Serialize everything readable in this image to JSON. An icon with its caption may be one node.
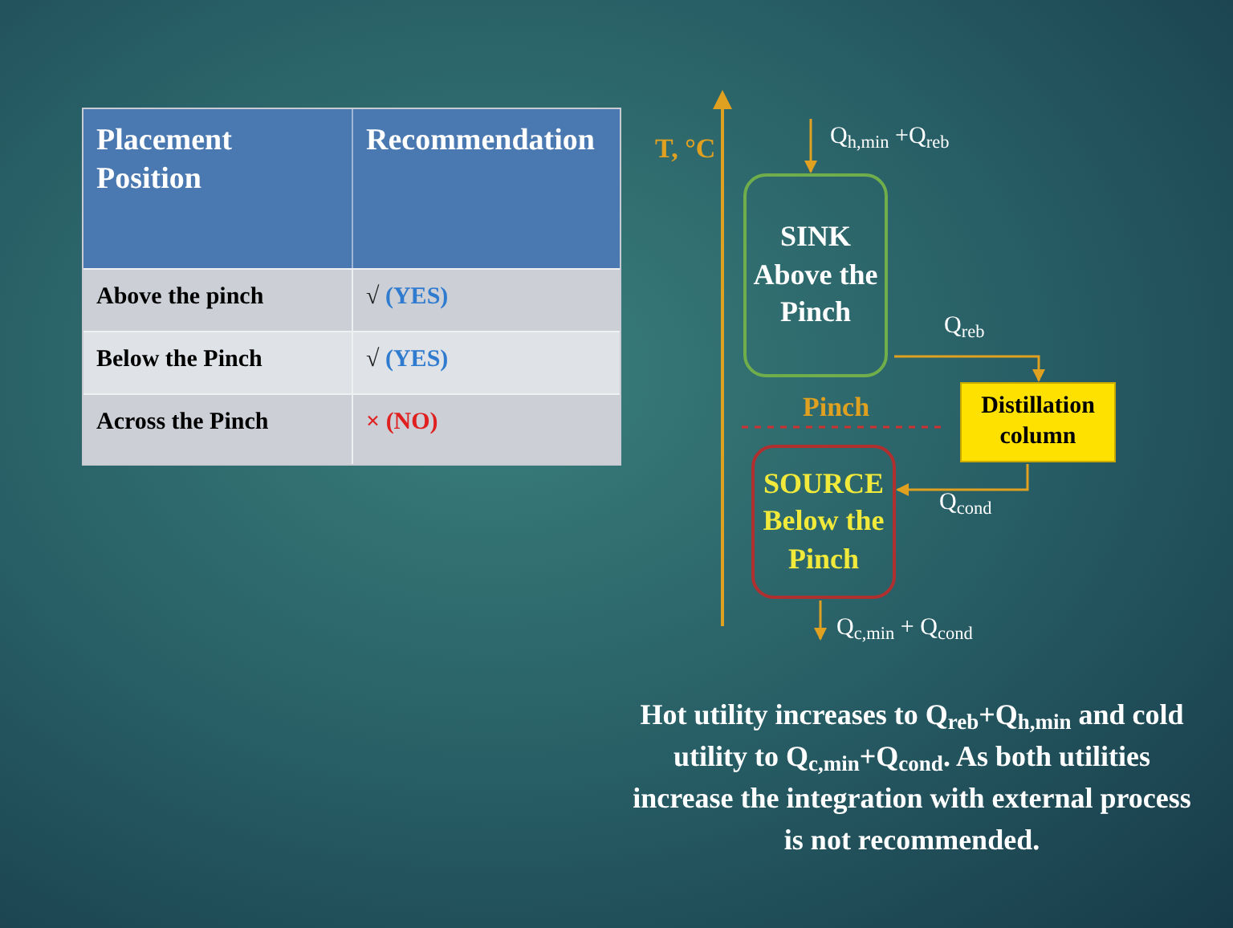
{
  "diagram": {
    "nodes": [
      {
        "text": [
          "SINK Above the Pinch"
        ]
      },
      {
        "text": [
          "Distillation column"
        ]
      },
      {
        "text": [
          "SOURCE Below the Pinch"
        ]
      }
    ],
    "edges": [
      {
        "from": null,
        "to": 0,
        "arrow": "to",
        "label": "Q$_{h,min}$ +Q$_{reb}$"
      },
      {
        "from": 0,
        "to": 1,
        "arrow": "to",
        "label": "Q$_{reb}$"
      },
      {
        "from": 1,
        "to": 2,
        "arrow": "to",
        "label": "Q$_{cond}$"
      },
      {
        "from": 2,
        "to": null,
        "arrow": "to",
        "label": "Q$_{c,min}$ + Q$_{cond}$"
      }
    ],
    "labels": [
      "Placement Position",
      "Recommendation",
      "Above the pinch",
      "√ (YES)",
      "Below the Pinch",
      "√ (YES)",
      "Across the Pinch",
      "× (NO)",
      "T, °C",
      "Pinch",
      "Hot utility increases to Q$_{reb}$+Q$_{h,min}$ and cold utility to  Q$_{c,min}$+Q$_{cond}$. As both utilities increase the integration with external process is not recommended."
    ]
  }
}
